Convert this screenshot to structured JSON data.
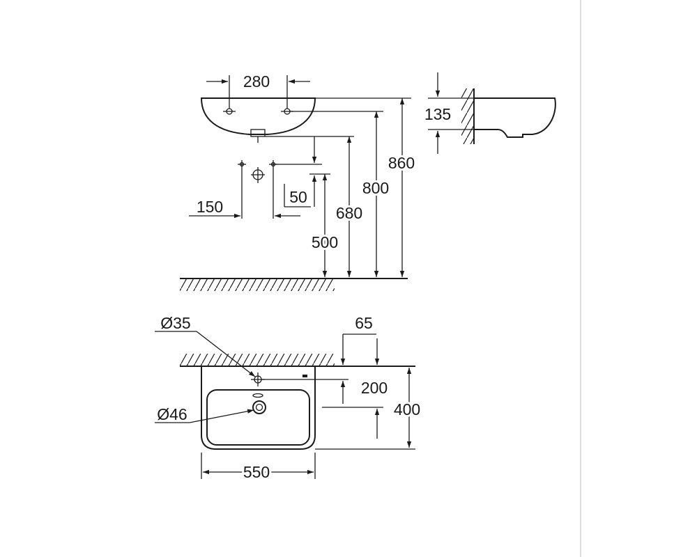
{
  "drawing": {
    "side_elevation": {
      "hole_spacing": "280",
      "trap_inlet_height": "150",
      "trap_offset": "50",
      "waste_height": "500",
      "supply_height": "680",
      "rim_height": "800",
      "overall_height": "860"
    },
    "side_profile": {
      "rim_depth": "135"
    },
    "plan_view": {
      "tap_hole_diameter": "Ø35",
      "waste_diameter": "Ø46",
      "tap_hole_from_wall": "65",
      "waste_from_wall": "200",
      "depth": "400",
      "width": "550"
    }
  }
}
